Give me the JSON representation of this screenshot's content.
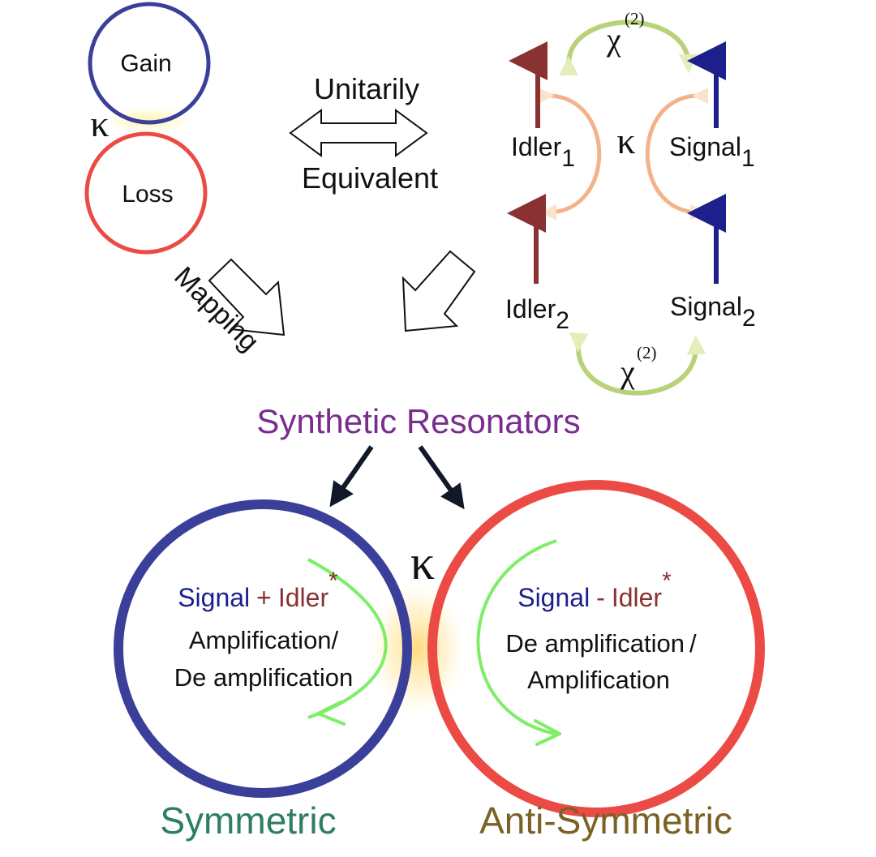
{
  "top_left": {
    "gain_label": "Gain",
    "loss_label": "Loss",
    "coupling_symbol": "κ"
  },
  "equivalence": {
    "line1": "Unitarily",
    "line2": "Equivalent"
  },
  "mapping_label": "Mapping",
  "network": {
    "chi_label": "χ",
    "chi_superscript": "(2)",
    "coupling_symbol": "κ",
    "idler_label": "Idler",
    "signal_label": "Signal",
    "mode1_index": "1",
    "mode2_index": "2"
  },
  "center_title": "Synthetic Resonators",
  "bottom": {
    "coupling_symbol": "κ",
    "symmetric": {
      "signal_word": "Signal",
      "operator": "+",
      "idler_word": "Idler",
      "conjugate_mark": "*",
      "line2": "Amplification/",
      "line3": "De amplification",
      "caption": "Symmetric"
    },
    "antisymmetric": {
      "signal_word": "Signal",
      "operator": "-",
      "idler_word": "Idler",
      "conjugate_mark": "*",
      "line2": "De amplification",
      "line2_slash": "/",
      "line3": "Amplification",
      "caption": "Anti-Symmetric"
    }
  },
  "colors": {
    "gain_blue": "#3a3f9a",
    "loss_red": "#ec4b45",
    "purple": "#7a2d8f",
    "dark_red": "#8a3232",
    "navy": "#1c1f8c",
    "chi_green": "#b9d27a",
    "kappa_orange": "#f3b389",
    "arrow_green": "#7dee66",
    "teal": "#2e7d65",
    "olive": "#7a6224"
  }
}
